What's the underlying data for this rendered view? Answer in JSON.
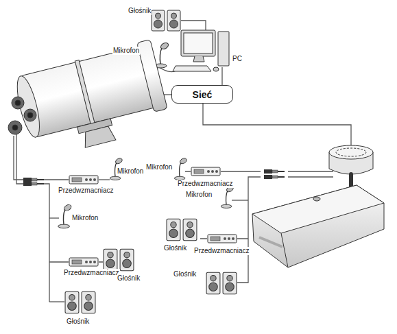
{
  "diagram": {
    "nodes": [
      {
        "text": [
          "Sieć"
        ]
      }
    ],
    "labels": [
      "Głośnik",
      "Mikrofon",
      "PC",
      "Przedwzmacniacz",
      "Mikrofon",
      "Mikrofon",
      "Przedwzmacniacz",
      "Głośnik",
      "Głośnik",
      "Mikrofon",
      "Przedwzmacniacz",
      "Mikrofon",
      "Głośnik",
      "Przedwzmacniacz",
      "Głośnik"
    ]
  }
}
